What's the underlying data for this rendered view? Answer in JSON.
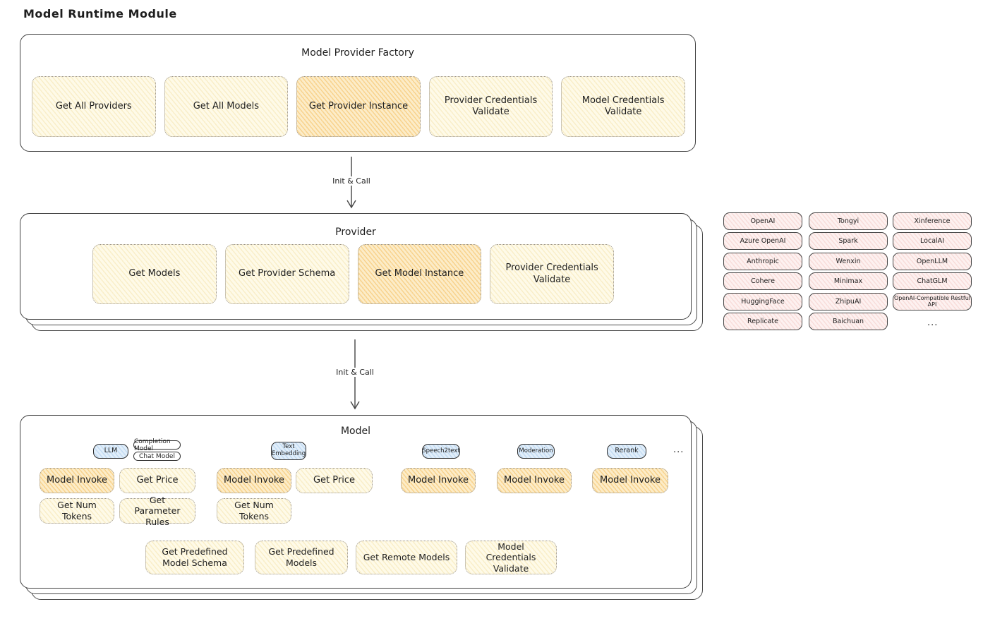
{
  "title": "Model Runtime Module",
  "colors": {
    "yellow_fill": "#fefae8",
    "orange_highlight_fill": "#fcecc8",
    "pink_fill": "#fdf1f0",
    "blue_fill": "#e1eefa",
    "box_border": "#414141",
    "dotted_border": "#979086"
  },
  "factory": {
    "title": "Model Provider Factory",
    "methods": [
      {
        "label": "Get All Providers"
      },
      {
        "label": "Get All Models"
      },
      {
        "label": "Get Provider Instance"
      },
      {
        "label": "Provider Credentials Validate"
      },
      {
        "label": "Model Credentials Validate"
      }
    ]
  },
  "arrow1": {
    "label": "Init & Call"
  },
  "provider": {
    "title": "Provider",
    "methods": [
      {
        "label": "Get Models"
      },
      {
        "label": "Get Provider Schema"
      },
      {
        "label": "Get Model Instance"
      },
      {
        "label": "Provider Credentials Validate"
      }
    ]
  },
  "arrow2": {
    "label": "Init & Call"
  },
  "providers_grid": {
    "col1": [
      "OpenAI",
      "Azure OpenAI",
      "Anthropic",
      "Cohere",
      "HuggingFace",
      "Replicate"
    ],
    "col2": [
      "Tongyi",
      "Spark",
      "Wenxin",
      "Minimax",
      "ZhipuAI",
      "Baichuan"
    ],
    "col3": [
      "Xinference",
      "LocalAI",
      "OpenLLM",
      "ChatGLM",
      "OpenAI-Compatible Restful API"
    ],
    "more": "..."
  },
  "model": {
    "title": "Model",
    "tabs": {
      "llm": "LLM",
      "completion_model": "Completion Model",
      "chat_model": "Chat Model",
      "text_embedding": "Text Embedding",
      "speech2text": "Speech2text",
      "moderation": "Moderation",
      "rerank": "Rerank",
      "more": "..."
    },
    "llm": {
      "invoke": "Model Invoke",
      "get_price": "Get Price",
      "get_num_tokens": "Get Num Tokens",
      "get_parameter_rules": "Get Parameter Rules"
    },
    "text_embedding": {
      "invoke": "Model Invoke",
      "get_price": "Get Price",
      "get_num_tokens": "Get Num Tokens"
    },
    "speech2text": {
      "invoke": "Model Invoke"
    },
    "moderation": {
      "invoke": "Model Invoke"
    },
    "rerank": {
      "invoke": "Model Invoke"
    },
    "common": [
      {
        "label": "Get Predefined Model Schema"
      },
      {
        "label": "Get Predefined Models"
      },
      {
        "label": "Get Remote Models"
      },
      {
        "label": "Model Credentials Validate"
      }
    ]
  }
}
